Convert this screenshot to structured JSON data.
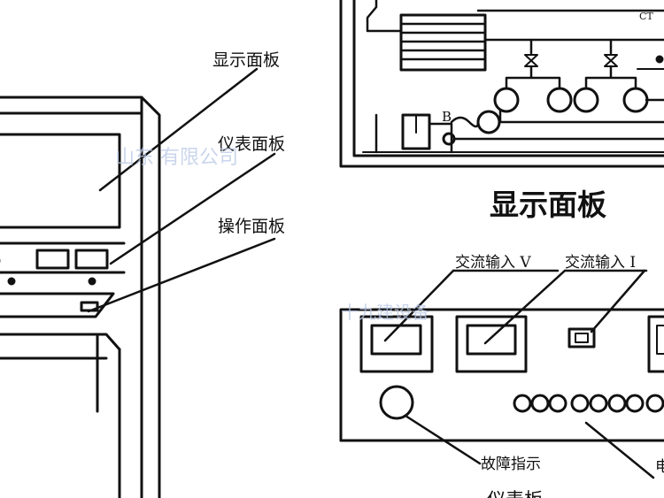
{
  "labels": {
    "display_panel": "显示面板",
    "meter_panel": "仪表面板",
    "operation_panel": "操作面板",
    "schematic_title": "显示面板",
    "ac_input_v": "交流输入 V",
    "ac_input_i": "交流输入 I",
    "fault_indicator": "故障指示",
    "cut_bottom_label": "仪表板",
    "cut_right_label": "电"
  },
  "schematic_tags": {
    "ct": "CT",
    "b": "B"
  },
  "watermarks": {
    "wm_center": "山东        有限公司",
    "wm_lower": "十九建设备"
  },
  "colors": {
    "line": "#111111",
    "watermark": "#b9c7e6"
  }
}
